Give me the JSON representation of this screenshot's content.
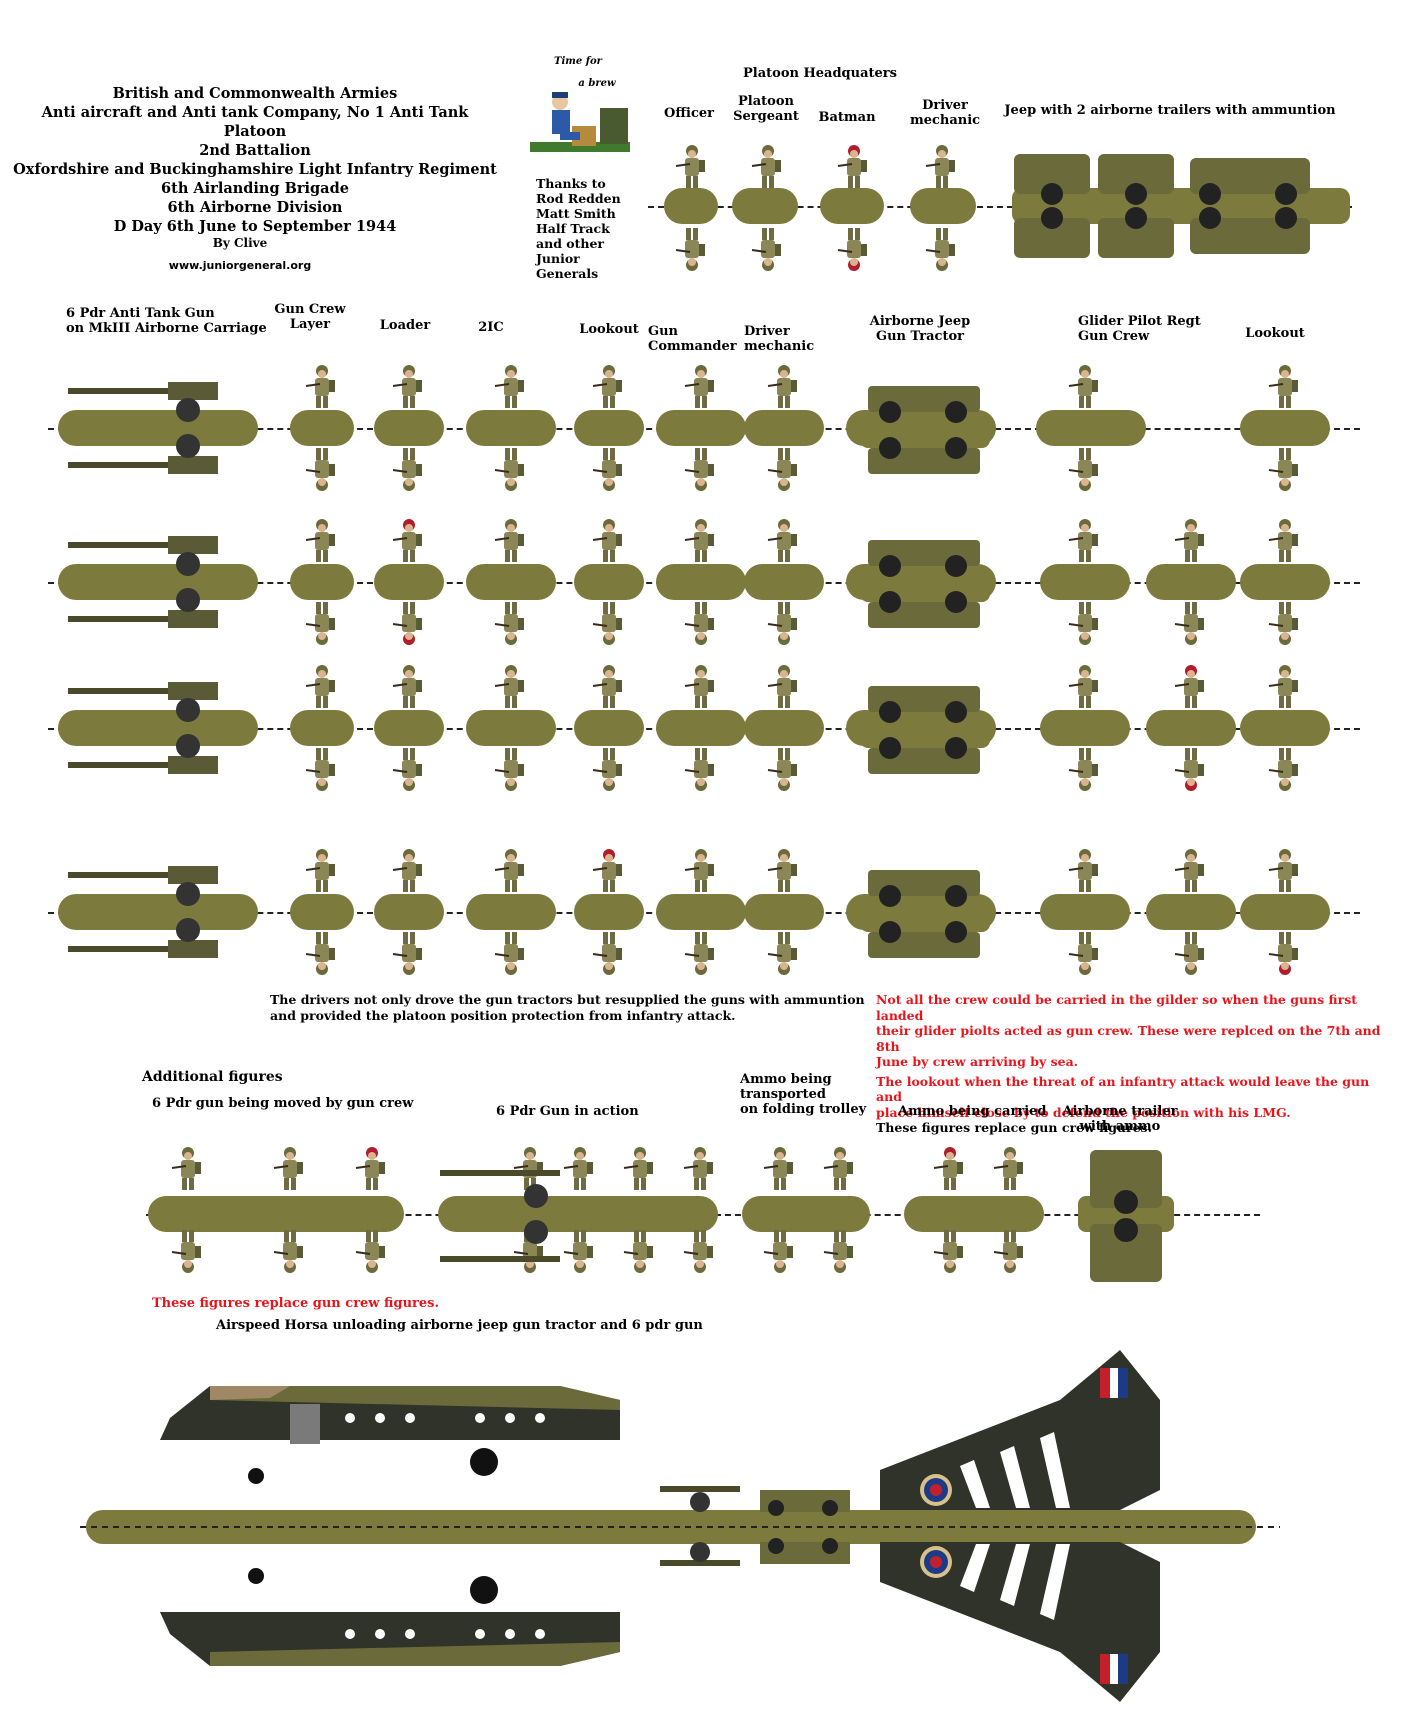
{
  "header": {
    "title_lines": [
      "British and Commonwealth Armies",
      "Anti aircraft and Anti tank Company, No 1 Anti Tank Platoon",
      "2nd Battalion",
      "Oxfordshire and Buckinghamshire Light Infantry Regiment",
      "6th Airlanding Brigade",
      "6th Airborne Division",
      "D Day 6th June to September 1944"
    ],
    "author": "By Clive",
    "website": "www.juniorgeneral.org",
    "brew_caption_1": "Time for",
    "brew_caption_2": "a brew",
    "thanks_lines": [
      "Thanks to",
      "Rod Redden",
      "Matt Smith",
      "Half Track",
      "and other",
      "Junior",
      "Generals"
    ]
  },
  "hq": {
    "heading": "Platoon Headquaters",
    "officer": "Officer",
    "sergeant_1": "Platoon",
    "sergeant_2": "Sergeant",
    "batman": "Batman",
    "driver_1": "Driver",
    "driver_2": "mechanic",
    "jeep": "Jeep with 2 airborne trailers with ammuntion"
  },
  "gun_section": {
    "gun_1": "6 Pdr Anti Tank Gun",
    "gun_2": "on MkIII Airborne Carriage",
    "crew_1": "Gun Crew",
    "crew_2": "Layer",
    "loader": "Loader",
    "second_ic": "2IC",
    "lookout": "Lookout",
    "commander_1": "Gun",
    "commander_2": "Commander",
    "driver_1": "Driver",
    "driver_2": "mechanic",
    "jeep_1": "Airborne Jeep",
    "jeep_2": "Gun Tractor",
    "glider_1": "Glider Pilot Regt",
    "glider_2": "Gun Crew",
    "lookout_2": "Lookout"
  },
  "notes": {
    "drivers_1": "The drivers not only drove the gun tractors but resupplied the guns with ammuntion",
    "drivers_2": "and provided the platoon position protection from infantry attack.",
    "red_1": "Not all the crew could be carried in the gilder so when the guns first landed",
    "red_2": "their glider piolts acted as gun crew. These were replced on the 7th and 8th",
    "red_3": "June by crew arriving by sea.",
    "red_4": "The lookout when the threat of an infantry attack would leave the gun and",
    "red_5": "place himself close by to defend the position with his LMG.",
    "red_6": "These figures replace gun crew figures."
  },
  "additional": {
    "heading": "Additional figures",
    "moved": "6 Pdr gun being moved by gun crew",
    "action": "6 Pdr Gun in action",
    "ammo_trolley_1": "Ammo being",
    "ammo_trolley_2": "transported",
    "ammo_trolley_3": "on folding trolley",
    "ammo_carried": "Ammo being carried",
    "trailer_1": "Airborne trailer",
    "trailer_2": "with ammo",
    "replace_note": "These figures replace gun crew figures.",
    "horsa": "Airspeed Horsa unloading  airborne jeep gun tractor and 6 pdr gun"
  },
  "colors": {
    "olive": "#7c7a3c",
    "khaki": "#8a8656",
    "dark": "#2f3329",
    "red_text": "#e8141b",
    "beret": "#b01d2c"
  },
  "icons": [
    "soldier-figure",
    "gun-icon",
    "jeep-icon",
    "trailer-icon",
    "glider-icon",
    "tea-drinker-icon"
  ]
}
